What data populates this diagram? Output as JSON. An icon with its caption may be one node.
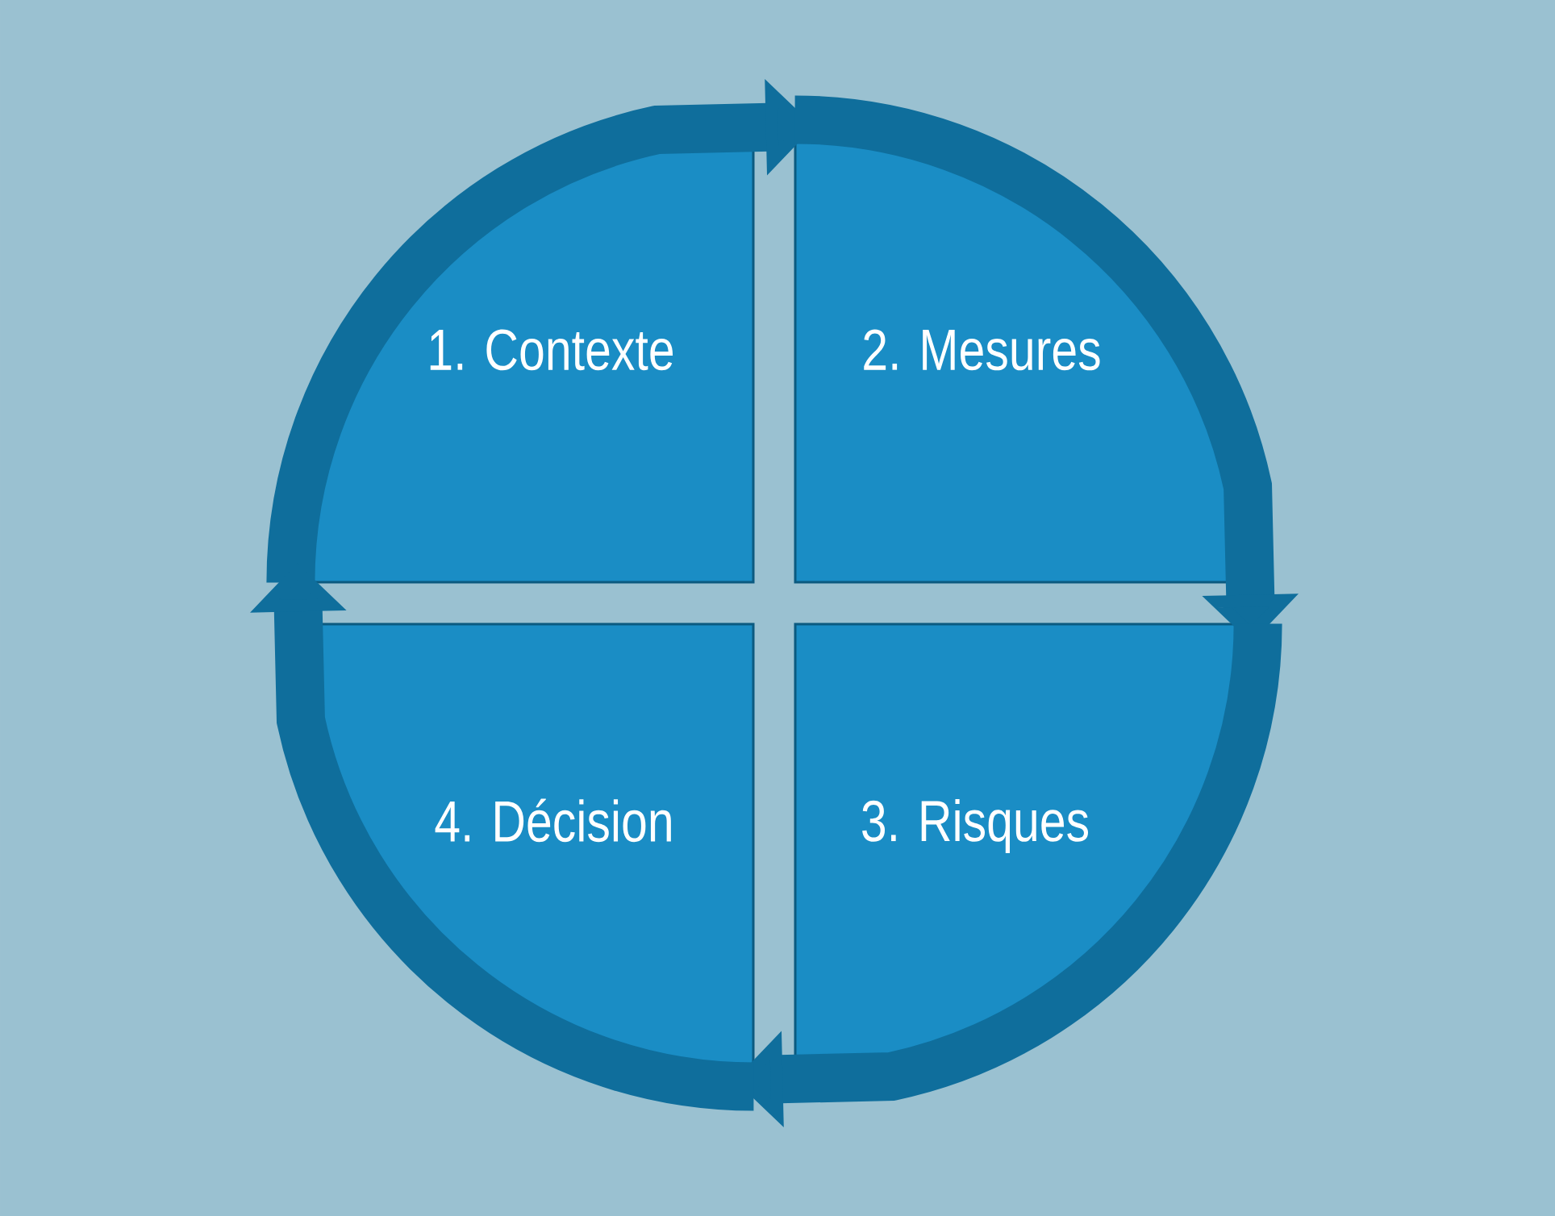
{
  "diagram": {
    "nodes": [
      {
        "text": [
          "1. Contexte"
        ]
      },
      {
        "text": [
          "2. Mesures"
        ]
      },
      {
        "text": [
          "3. Risques"
        ]
      },
      {
        "text": [
          "4. Décision"
        ]
      }
    ],
    "edges": [
      {
        "from": 0,
        "to": 1,
        "arrow": "to"
      },
      {
        "from": 1,
        "to": 2,
        "arrow": "to"
      },
      {
        "from": 2,
        "to": 3,
        "arrow": "to"
      },
      {
        "from": 3,
        "to": 0,
        "arrow": "to"
      }
    ]
  }
}
